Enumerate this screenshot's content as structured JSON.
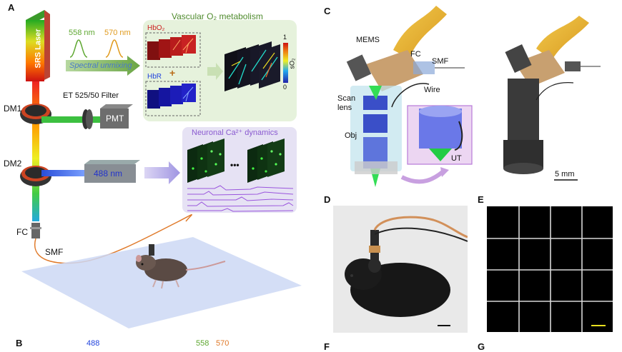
{
  "panels": {
    "A": "A",
    "B": "B",
    "C": "C",
    "D": "D",
    "E": "E",
    "F": "F",
    "G": "G"
  },
  "panel_a": {
    "laser": "SRS Laser",
    "wl1": "558 nm",
    "wl2": "570 nm",
    "unmixing": "Spectral unmixing",
    "vascular_title": "Vascular O₂  metabolism",
    "hbo2": "HbO₂",
    "plus": "+",
    "hbr": "HbR",
    "cb_max": "1",
    "cb_min": "0",
    "cb_label": "sO₂",
    "filter": "ET 525/50 Filter",
    "dm1": "DM1",
    "dm2": "DM2",
    "pmt": "PMT",
    "nm488": "488 nm",
    "neuronal": "Neuronal Ca²⁺ dynamics",
    "ellipsis": "•••",
    "fc": "FC",
    "smf": "SMF"
  },
  "panel_b": {
    "ticks": [
      "488",
      "558",
      "570"
    ]
  },
  "panel_c": {
    "mems": "MEMS",
    "fc": "FC",
    "smf": "SMF",
    "wire": "Wire",
    "scan_lens": "Scan\nlens",
    "obj": "Obj",
    "ut": "UT",
    "scale": "5 mm"
  },
  "colors": {
    "green_box": "#e6f2dc",
    "purple_box": "#e6e2f4",
    "dark_green_text": "#4e8a2c",
    "purple_text": "#8a5ad0",
    "wl1_color": "#5fa832",
    "wl2_color": "#e09a1c"
  }
}
